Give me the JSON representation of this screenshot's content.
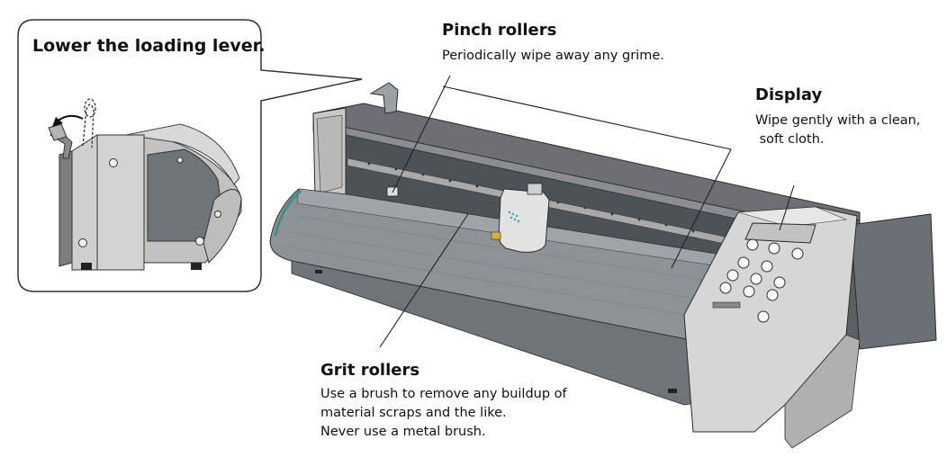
{
  "callout": {
    "title": "Lower the loading lever."
  },
  "parts": {
    "pinch_rollers": {
      "title": "Pinch rollers",
      "lines": [
        "Periodically wipe away any grime."
      ]
    },
    "display": {
      "title": "Display",
      "lines": [
        "Wipe gently with a clean,",
        " soft cloth."
      ]
    },
    "grit_rollers": {
      "title": "Grit rollers",
      "lines": [
        "Use a brush to remove any buildup of",
        "material scraps and the like.",
        "Never use a metal brush."
      ]
    }
  }
}
